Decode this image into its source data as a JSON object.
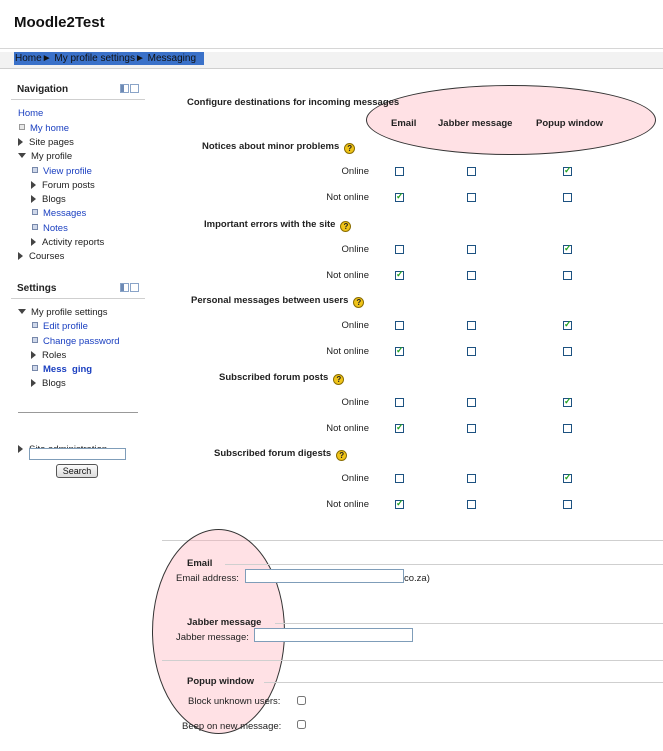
{
  "site_title": "Moodle2Test",
  "breadcrumb": [
    {
      "label": "Home"
    },
    {
      "label": "My profile settings"
    },
    {
      "label": "Messaging"
    }
  ],
  "breadcrumb_separator": "►",
  "navigation_block": {
    "title": "Navigation",
    "items": {
      "home": "Home",
      "my_home": "My home",
      "site_pages": "Site pages",
      "my_profile": "My profile",
      "view_profile": "View profile",
      "forum_posts": "Forum posts",
      "blogs": "Blogs",
      "messages": "Messages",
      "notes": "Notes",
      "activity_reports": "Activity reports",
      "courses": "Courses"
    }
  },
  "settings_block": {
    "title": "Settings",
    "items": {
      "my_profile_settings": "My profile settings",
      "edit_profile": "Edit profile",
      "change_password": "Change password",
      "roles": "Roles",
      "messaging": "Mess  ging",
      "blogs": "Blogs",
      "site_administration": "Site administration"
    },
    "search_value": "",
    "search_button": "Search"
  },
  "main": {
    "heading": "Configure destinations for incoming messages",
    "columns": [
      "Email",
      "Jabber message",
      "Popup window"
    ],
    "help_icon": "?",
    "state_online": "Online",
    "state_not_online": "Not online",
    "sections": [
      {
        "title": "Notices about minor problems",
        "online": [
          false,
          false,
          true
        ],
        "not_online": [
          true,
          false,
          false
        ]
      },
      {
        "title": "Important errors with the site",
        "online": [
          false,
          false,
          true
        ],
        "not_online": [
          true,
          false,
          false
        ]
      },
      {
        "title": "Personal messages between users",
        "online": [
          false,
          false,
          true
        ],
        "not_online": [
          true,
          false,
          false
        ]
      },
      {
        "title": "Subscribed forum posts",
        "online": [
          false,
          false,
          true
        ],
        "not_online": [
          true,
          false,
          false
        ]
      },
      {
        "title": "Subscribed forum digests",
        "online": [
          false,
          false,
          true
        ],
        "not_online": [
          true,
          false,
          false
        ]
      }
    ]
  },
  "forms": {
    "email": {
      "legend": "Email",
      "label": "Email address:",
      "value": "",
      "suffix": "co.za)"
    },
    "jabber": {
      "legend": "Jabber message",
      "label": "Jabber message:",
      "value": ""
    },
    "popup": {
      "legend": "Popup window",
      "block_unknown_label": "Block unknown users:",
      "block_unknown": false,
      "beep_label": "Beep on new message:",
      "beep": false
    }
  },
  "annotation_color": "#ffaab4",
  "accent_color": "#3a71c9"
}
